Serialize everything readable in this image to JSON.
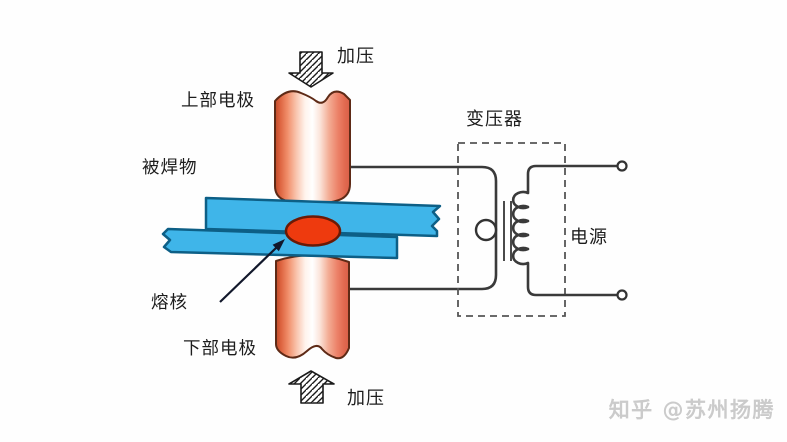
{
  "labels": {
    "pressure_top": "加压",
    "upper_electrode": "上部电极",
    "workpiece": "被焊物",
    "nugget": "熔核",
    "lower_electrode": "下部电极",
    "pressure_bottom": "加压",
    "transformer": "变压器",
    "power_source": "电源"
  },
  "watermark": "知乎 @苏州扬腾",
  "colors": {
    "plate_fill": "#3fb5e9",
    "plate_stroke": "#0d5f86",
    "nugget_fill": "#ee3a0e",
    "nugget_stroke": "#6b1a05",
    "electrode_stroke": "#5e2a16",
    "wire": "#3a3a3a",
    "watermark": "#cbcbcb"
  }
}
